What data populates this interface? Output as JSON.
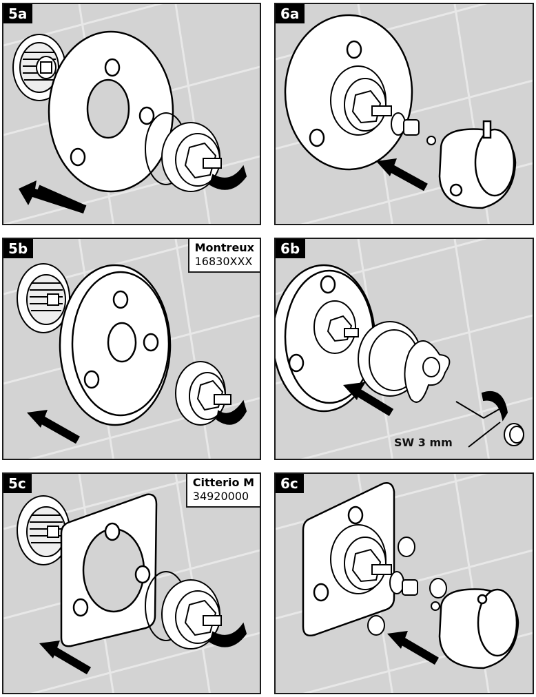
{
  "panels": [
    {
      "step": "5a"
    },
    {
      "step": "6a"
    },
    {
      "step": "5b",
      "model_name": "Montreux",
      "model_number": "16830XXX"
    },
    {
      "step": "6b",
      "tool_label": "SW 3 mm"
    },
    {
      "step": "5c",
      "model_name": "Citterio M",
      "model_number": "34920000"
    },
    {
      "step": "6c"
    }
  ],
  "colors": {
    "panel_bg": "#d3d3d3",
    "tile_grid": "#e6e6e6",
    "line": "#000000",
    "part_fill": "#ffffff",
    "label_bg": "#000000"
  },
  "icons": [
    "valve-body",
    "escutcheon-plate",
    "o-ring",
    "cartridge",
    "arrow",
    "handle",
    "hex-key",
    "screw-cap"
  ]
}
